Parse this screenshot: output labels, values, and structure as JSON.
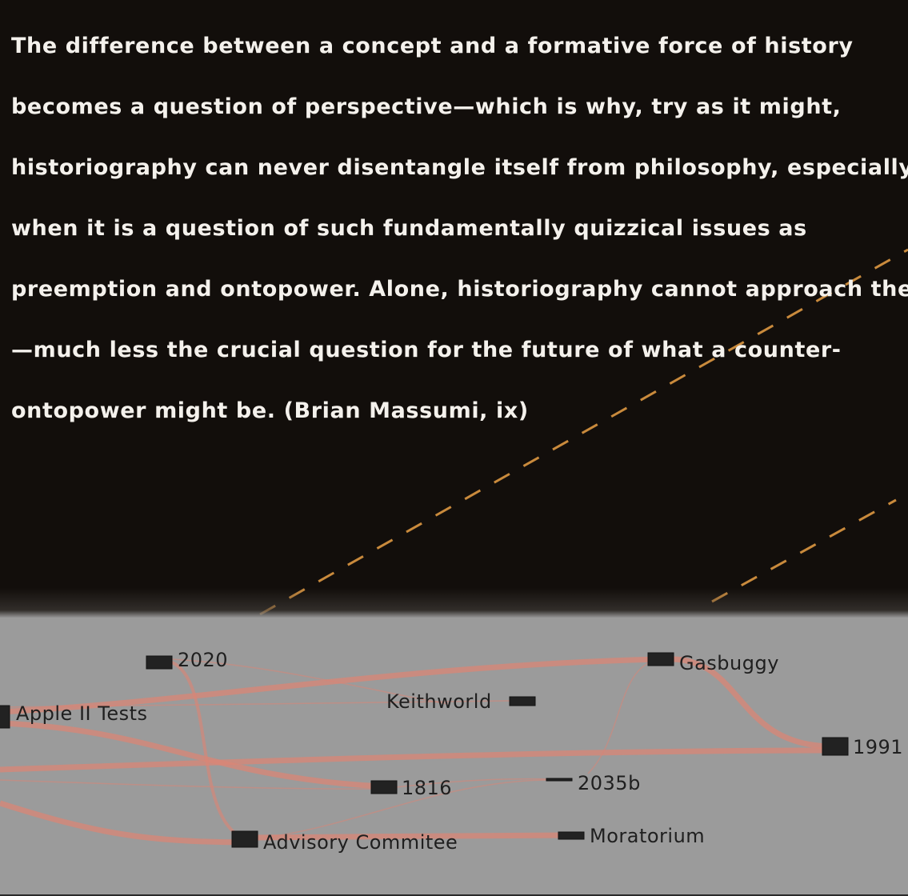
{
  "quote": {
    "lines": [
      "The difference between a concept and a formative force of history",
      "becomes a question of perspective—which is why, try as it might,",
      "historiography can never disentangle itself from philosophy, especially",
      "when it is a question of such fundamentally quizzical issues as",
      "preemption and ontopower. Alone, historiography cannot approach them",
      "—much less the crucial question for the future of what a counter-",
      "ontopower might be. (Brian Massumi, ix)"
    ]
  },
  "colors": {
    "background_top": "#120e0b",
    "background_bottom": "#9b9b9b",
    "dash_line": "#c98a3c",
    "edge": "#d98576",
    "node": "#222222"
  },
  "graph": {
    "nodes": [
      {
        "id": "2020",
        "label": "2020"
      },
      {
        "id": "gasbuggy",
        "label": "Gasbuggy"
      },
      {
        "id": "keithworld",
        "label": "Keithworld"
      },
      {
        "id": "apple",
        "label": "Apple II Tests"
      },
      {
        "id": "1991",
        "label": "1991"
      },
      {
        "id": "1816",
        "label": "1816"
      },
      {
        "id": "2035b",
        "label": "2035b"
      },
      {
        "id": "advisory",
        "label": "Advisory Commitee"
      },
      {
        "id": "moratorium",
        "label": "Moratorium"
      }
    ]
  }
}
